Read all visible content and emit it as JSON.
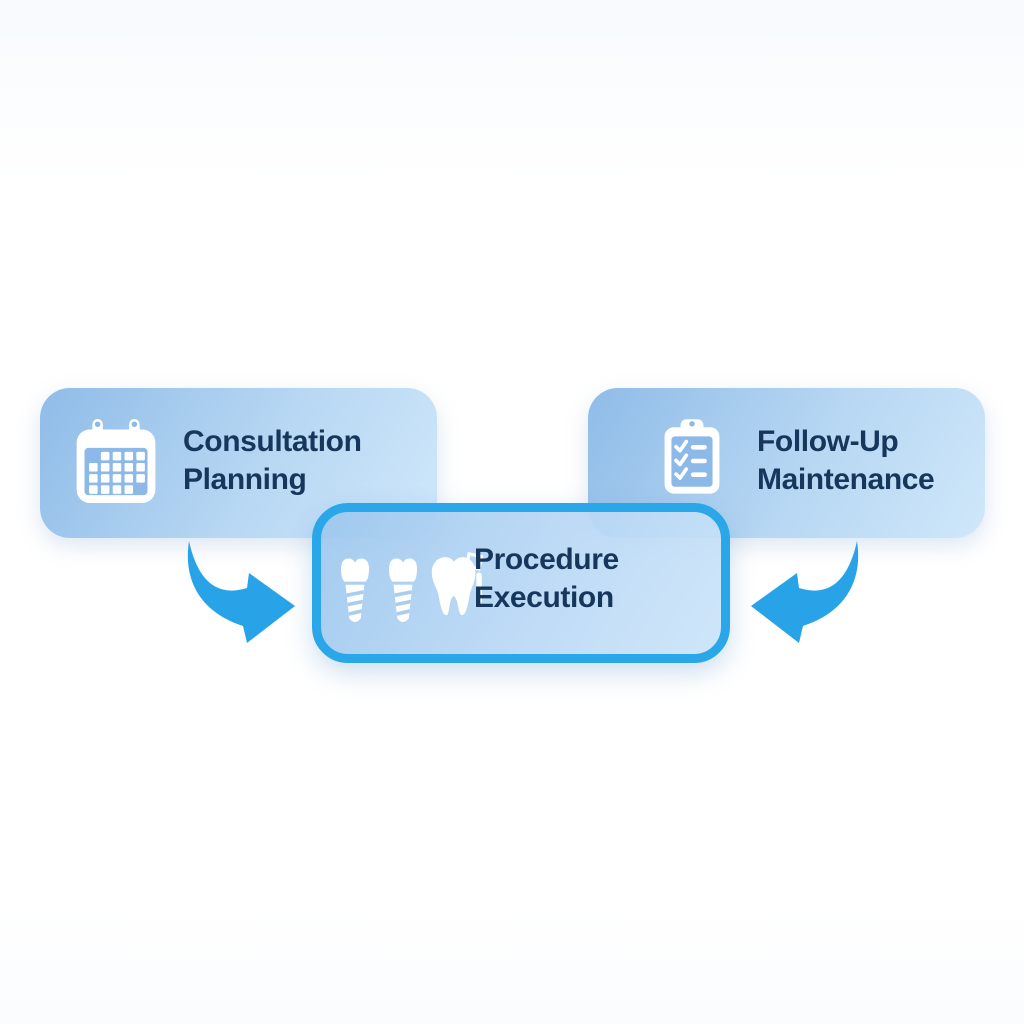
{
  "boxes": {
    "left": {
      "line1": "Consultation",
      "line2": "Planning",
      "icon": "calendar-icon"
    },
    "center": {
      "line1": "Procedure",
      "line2": "Execution",
      "icon": "dental-implants-and-tooth-icon"
    },
    "right": {
      "line1": "Follow-Up",
      "line2": "Maintenance",
      "icon": "clipboard-checklist-icon"
    }
  },
  "arrows": [
    {
      "name": "left-to-center-arrow",
      "from": "consultation-planning",
      "to": "procedure-execution"
    },
    {
      "name": "right-to-center-arrow",
      "from": "follow-up-maintenance",
      "to": "procedure-execution"
    }
  ],
  "colors": {
    "box_gradient_start": "#8fbce8",
    "box_gradient_end": "#cfe7fa",
    "center_border": "#29a7e9",
    "arrow": "#29a3e8",
    "text": "#17365c",
    "icon": "#ffffff"
  }
}
